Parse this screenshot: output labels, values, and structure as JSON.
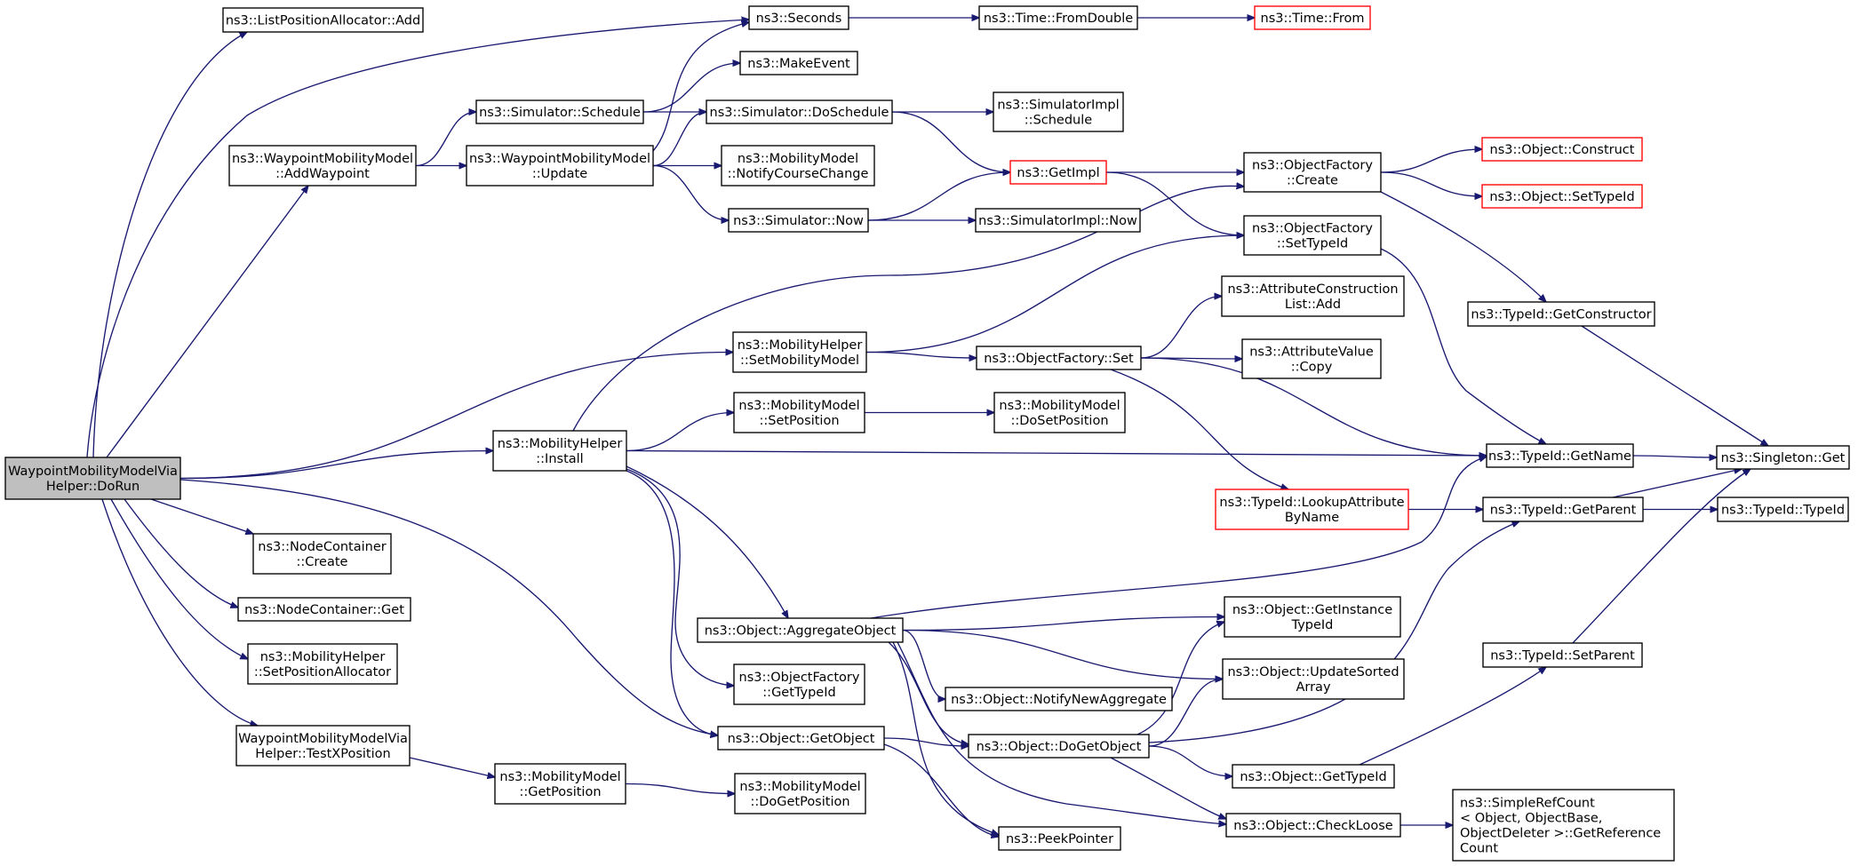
{
  "diagram": {
    "colors": {
      "edge": "#191970",
      "node_border_default": "#000000",
      "node_border_truncated": "#ff0000",
      "node_fill_root": "#bfbfbf",
      "node_fill_default": "#ffffff"
    },
    "nodes": {
      "root": {
        "lines": [
          "WaypointMobilityModelVia",
          "Helper::DoRun"
        ],
        "style": "root"
      },
      "listAdd": {
        "lines": [
          "ns3::ListPositionAllocator::Add"
        ]
      },
      "seconds": {
        "lines": [
          "ns3::Seconds"
        ]
      },
      "timeFromDouble": {
        "lines": [
          "ns3::Time::FromDouble"
        ]
      },
      "timeFrom": {
        "lines": [
          "ns3::Time::From"
        ],
        "style": "truncated"
      },
      "makeEvent": {
        "lines": [
          "ns3::MakeEvent"
        ]
      },
      "simSchedule": {
        "lines": [
          "ns3::Simulator::Schedule"
        ]
      },
      "simDoSchedule": {
        "lines": [
          "ns3::Simulator::DoSchedule"
        ]
      },
      "simImplSchedule": {
        "lines": [
          "ns3::SimulatorImpl",
          "::Schedule"
        ]
      },
      "addWaypoint": {
        "lines": [
          "ns3::WaypointMobilityModel",
          "::AddWaypoint"
        ]
      },
      "wmmUpdate": {
        "lines": [
          "ns3::WaypointMobilityModel",
          "::Update"
        ]
      },
      "notifyCourseChange": {
        "lines": [
          "ns3::MobilityModel",
          "::NotifyCourseChange"
        ]
      },
      "getImpl": {
        "lines": [
          "ns3::GetImpl"
        ],
        "style": "truncated"
      },
      "ofCreate": {
        "lines": [
          "ns3::ObjectFactory",
          "::Create"
        ]
      },
      "objConstruct": {
        "lines": [
          "ns3::Object::Construct"
        ],
        "style": "truncated"
      },
      "objSetTypeId": {
        "lines": [
          "ns3::Object::SetTypeId"
        ],
        "style": "truncated"
      },
      "simNow": {
        "lines": [
          "ns3::Simulator::Now"
        ]
      },
      "simImplNow": {
        "lines": [
          "ns3::SimulatorImpl::Now"
        ]
      },
      "ofSetTypeId": {
        "lines": [
          "ns3::ObjectFactory",
          "::SetTypeId"
        ]
      },
      "attrConstrAdd": {
        "lines": [
          "ns3::AttributeConstruction",
          "List::Add"
        ]
      },
      "tidGetConstructor": {
        "lines": [
          "ns3::TypeId::GetConstructor"
        ]
      },
      "mhSetMobilityModel": {
        "lines": [
          "ns3::MobilityHelper",
          "::SetMobilityModel"
        ]
      },
      "ofSet": {
        "lines": [
          "ns3::ObjectFactory::Set"
        ]
      },
      "attrValueCopy": {
        "lines": [
          "ns3::AttributeValue",
          "::Copy"
        ]
      },
      "mmSetPosition": {
        "lines": [
          "ns3::MobilityModel",
          "::SetPosition"
        ]
      },
      "mmDoSetPosition": {
        "lines": [
          "ns3::MobilityModel",
          "::DoSetPosition"
        ]
      },
      "mhInstall": {
        "lines": [
          "ns3::MobilityHelper",
          "::Install"
        ]
      },
      "tidGetName": {
        "lines": [
          "ns3::TypeId::GetName"
        ]
      },
      "singletonGet": {
        "lines": [
          "ns3::Singleton::Get"
        ]
      },
      "tidLookupAttr": {
        "lines": [
          "ns3::TypeId::LookupAttribute",
          "ByName"
        ],
        "style": "truncated"
      },
      "tidGetParent": {
        "lines": [
          "ns3::TypeId::GetParent"
        ]
      },
      "tidTypeId": {
        "lines": [
          "ns3::TypeId::TypeId"
        ]
      },
      "ncCreate": {
        "lines": [
          "ns3::NodeContainer",
          "::Create"
        ]
      },
      "ncGet": {
        "lines": [
          "ns3::NodeContainer::Get"
        ]
      },
      "mhSetPosAlloc": {
        "lines": [
          "ns3::MobilityHelper",
          "::SetPositionAllocator"
        ]
      },
      "objAggregate": {
        "lines": [
          "ns3::Object::AggregateObject"
        ]
      },
      "objGetInstanceTid": {
        "lines": [
          "ns3::Object::GetInstance",
          "TypeId"
        ]
      },
      "objUpdateSorted": {
        "lines": [
          "ns3::Object::UpdateSorted",
          "Array"
        ]
      },
      "ofGetTypeId": {
        "lines": [
          "ns3::ObjectFactory",
          "::GetTypeId"
        ]
      },
      "objNotifyNewAgg": {
        "lines": [
          "ns3::Object::NotifyNewAggregate"
        ]
      },
      "tidSetParent": {
        "lines": [
          "ns3::TypeId::SetParent"
        ]
      },
      "testXPosition": {
        "lines": [
          "WaypointMobilityModelVia",
          "Helper::TestXPosition"
        ]
      },
      "objGetObject": {
        "lines": [
          "ns3::Object::GetObject"
        ]
      },
      "objDoGetObject": {
        "lines": [
          "ns3::Object::DoGetObject"
        ]
      },
      "objGetTypeId": {
        "lines": [
          "ns3::Object::GetTypeId"
        ]
      },
      "mmGetPosition": {
        "lines": [
          "ns3::MobilityModel",
          "::GetPosition"
        ]
      },
      "mmDoGetPosition": {
        "lines": [
          "ns3::MobilityModel",
          "::DoGetPosition"
        ]
      },
      "objCheckLoose": {
        "lines": [
          "ns3::Object::CheckLoose"
        ]
      },
      "simpleRefCount": {
        "lines": [
          "ns3::SimpleRefCount",
          "< Object, ObjectBase,",
          " ObjectDeleter >::GetReference",
          "Count"
        ],
        "align": "left"
      },
      "peekPointer": {
        "lines": [
          "ns3::PeekPointer"
        ]
      }
    },
    "edges": [
      [
        "root",
        "listAdd"
      ],
      [
        "root",
        "seconds"
      ],
      [
        "root",
        "addWaypoint"
      ],
      [
        "root",
        "mhSetMobilityModel"
      ],
      [
        "root",
        "mhInstall"
      ],
      [
        "root",
        "objGetObject"
      ],
      [
        "root",
        "ncCreate"
      ],
      [
        "root",
        "ncGet"
      ],
      [
        "root",
        "mhSetPosAlloc"
      ],
      [
        "root",
        "testXPosition"
      ],
      [
        "seconds",
        "timeFromDouble"
      ],
      [
        "timeFromDouble",
        "timeFrom"
      ],
      [
        "addWaypoint",
        "simSchedule"
      ],
      [
        "addWaypoint",
        "wmmUpdate"
      ],
      [
        "simSchedule",
        "makeEvent"
      ],
      [
        "simSchedule",
        "simDoSchedule"
      ],
      [
        "simDoSchedule",
        "simImplSchedule"
      ],
      [
        "simDoSchedule",
        "getImpl"
      ],
      [
        "wmmUpdate",
        "seconds"
      ],
      [
        "wmmUpdate",
        "simDoSchedule"
      ],
      [
        "wmmUpdate",
        "notifyCourseChange"
      ],
      [
        "wmmUpdate",
        "simNow"
      ],
      [
        "simNow",
        "getImpl"
      ],
      [
        "simNow",
        "simImplNow"
      ],
      [
        "getImpl",
        "ofCreate"
      ],
      [
        "getImpl",
        "ofSetTypeId"
      ],
      [
        "ofCreate",
        "objConstruct"
      ],
      [
        "ofCreate",
        "objSetTypeId"
      ],
      [
        "ofCreate",
        "tidGetConstructor"
      ],
      [
        "ofSetTypeId",
        "tidGetName"
      ],
      [
        "tidGetConstructor",
        "singletonGet"
      ],
      [
        "mhSetMobilityModel",
        "ofSetTypeId"
      ],
      [
        "mhSetMobilityModel",
        "ofSet"
      ],
      [
        "ofSet",
        "attrConstrAdd"
      ],
      [
        "ofSet",
        "attrValueCopy"
      ],
      [
        "ofSet",
        "tidLookupAttr"
      ],
      [
        "ofSet",
        "tidGetName"
      ],
      [
        "mhInstall",
        "ofCreate"
      ],
      [
        "mhInstall",
        "mmSetPosition"
      ],
      [
        "mhInstall",
        "tidGetName"
      ],
      [
        "mhInstall",
        "objAggregate"
      ],
      [
        "mhInstall",
        "ofGetTypeId"
      ],
      [
        "mhInstall",
        "objGetObject"
      ],
      [
        "mmSetPosition",
        "mmDoSetPosition"
      ],
      [
        "tidGetName",
        "singletonGet"
      ],
      [
        "tidLookupAttr",
        "tidGetParent"
      ],
      [
        "tidGetParent",
        "singletonGet"
      ],
      [
        "tidGetParent",
        "tidTypeId"
      ],
      [
        "tidSetParent",
        "singletonGet"
      ],
      [
        "objAggregate",
        "tidGetName"
      ],
      [
        "objAggregate",
        "objGetInstanceTid"
      ],
      [
        "objAggregate",
        "objUpdateSorted"
      ],
      [
        "objAggregate",
        "objNotifyNewAgg"
      ],
      [
        "objAggregate",
        "objDoGetObject"
      ],
      [
        "objAggregate",
        "objCheckLoose"
      ],
      [
        "objAggregate",
        "peekPointer"
      ],
      [
        "testXPosition",
        "mmGetPosition"
      ],
      [
        "mmGetPosition",
        "mmDoGetPosition"
      ],
      [
        "objGetObject",
        "objDoGetObject"
      ],
      [
        "objGetObject",
        "peekPointer"
      ],
      [
        "objDoGetObject",
        "objGetInstanceTid"
      ],
      [
        "objDoGetObject",
        "objUpdateSorted"
      ],
      [
        "objDoGetObject",
        "tidGetParent"
      ],
      [
        "objDoGetObject",
        "objGetTypeId"
      ],
      [
        "objDoGetObject",
        "objCheckLoose"
      ],
      [
        "objGetTypeId",
        "tidSetParent"
      ],
      [
        "objCheckLoose",
        "simpleRefCount"
      ]
    ]
  }
}
